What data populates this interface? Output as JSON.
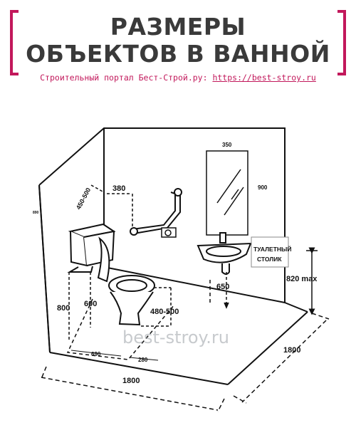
{
  "header": {
    "title_line1": "РАЗМЕРЫ",
    "title_line2": "ОБЪЕКТОВ В ВАННОЙ",
    "subtitle_text": "Строительный портал Бест-Строй.ру: ",
    "subtitle_url": "https://best-stroy.ru",
    "accent_color": "#c2185b"
  },
  "diagram": {
    "dim_grab_bar_offset": "380",
    "dim_tank_wall_range": "450-500",
    "dim_wall_height_small": "890",
    "dim_mirror_width": "350",
    "dim_mirror_height": "900",
    "label_vanity_line1": "ТУАЛЕТНЫЙ",
    "label_vanity_line2": "СТОЛИК",
    "dim_sink_height": "820 max",
    "dim_sink_clearance": "650",
    "dim_tank_height": "800",
    "dim_grip_height": "600",
    "dim_toilet_seat": "480-500",
    "dim_depth_690": "690",
    "dim_280": "280",
    "dim_room_depth": "1800",
    "dim_room_width": "1800",
    "watermark": "best-stroy.ru"
  }
}
